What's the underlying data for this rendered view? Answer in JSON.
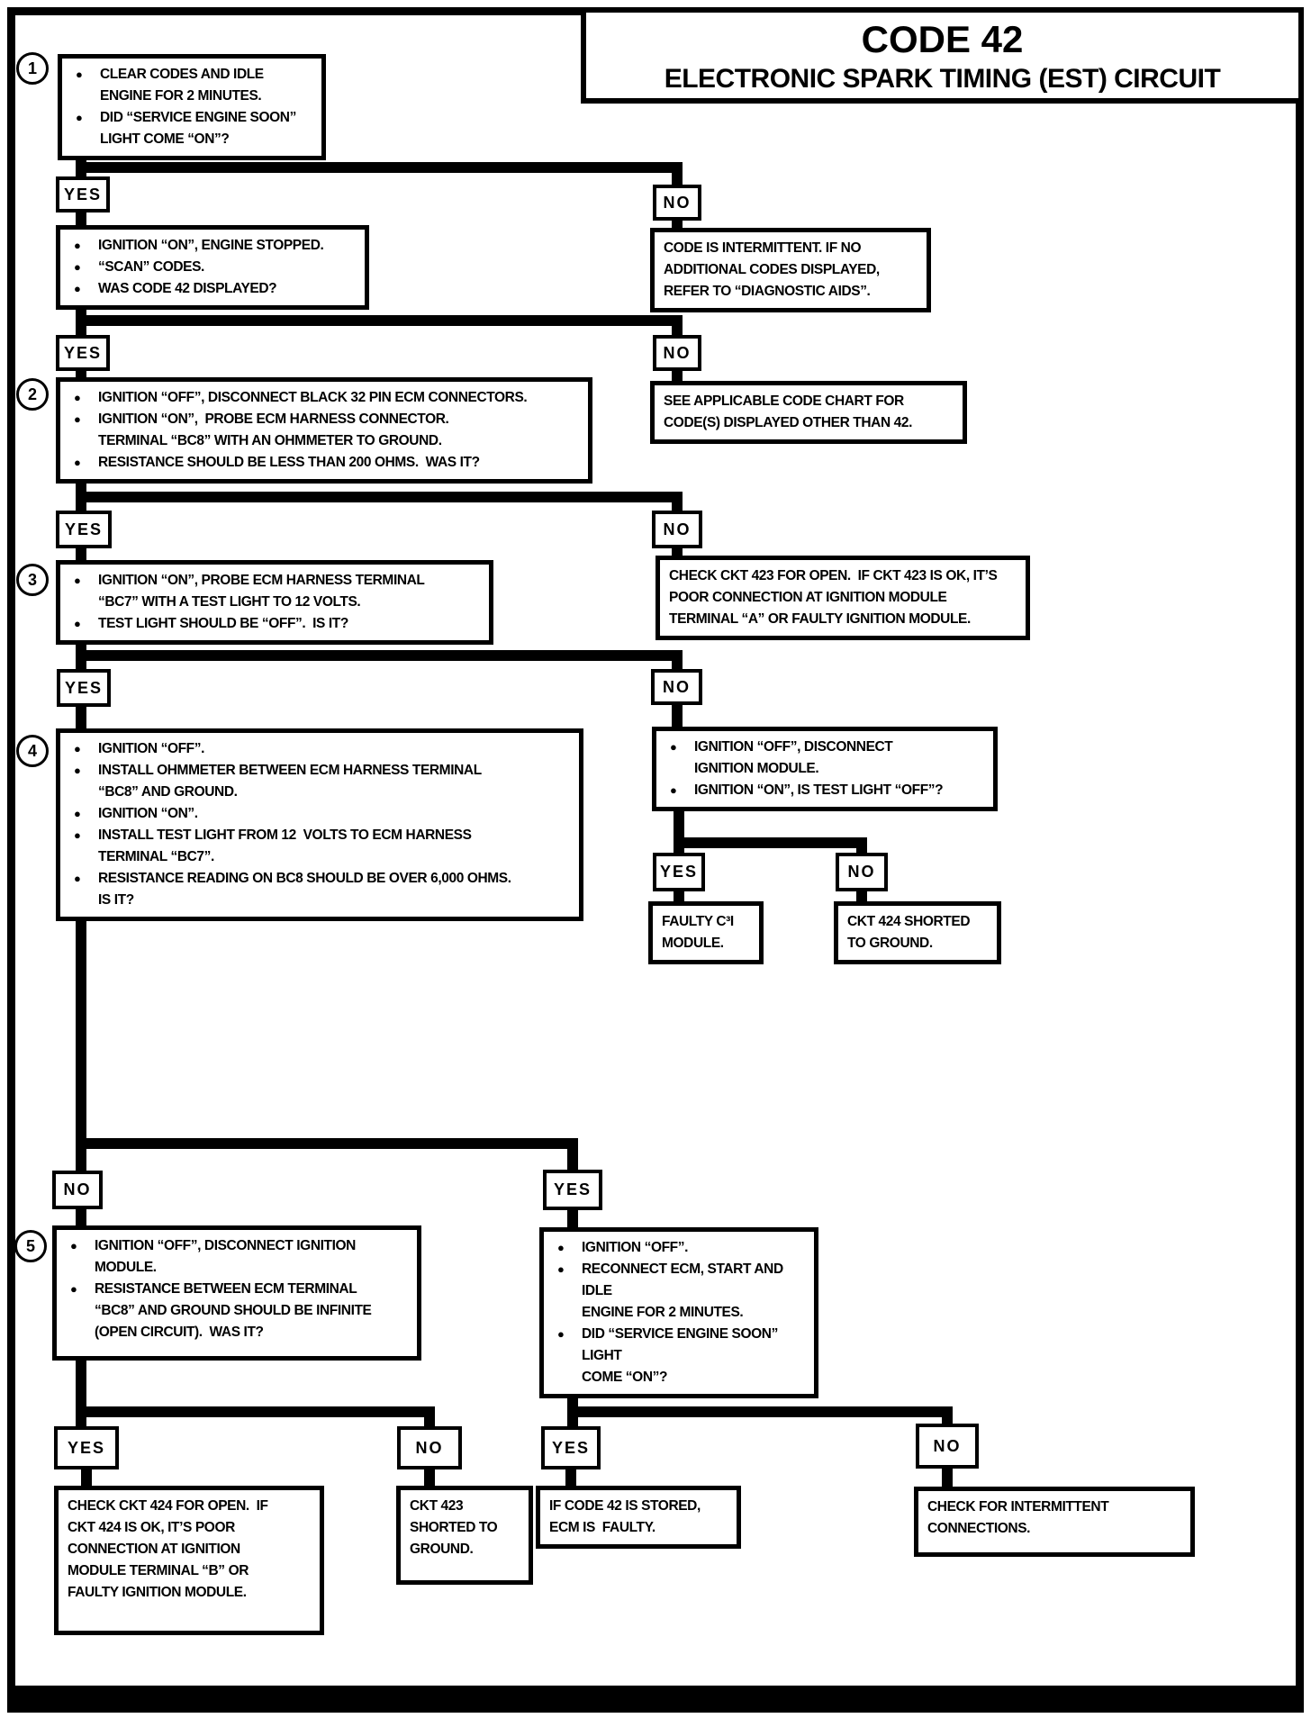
{
  "colors": {
    "ink": "#000000",
    "paper": "#ffffff"
  },
  "title": {
    "code": "CODE 42",
    "subtitle": "ELECTRONIC SPARK TIMING (EST) CIRCUIT"
  },
  "labels": {
    "yes": "YES",
    "no": "NO"
  },
  "steps": {
    "s1": {
      "number": "1",
      "bullets": [
        "CLEAR CODES AND IDLE\nENGINE FOR 2 MINUTES.",
        "DID “SERVICE ENGINE SOON”\nLIGHT COME “ON”?"
      ]
    },
    "s2": {
      "number": "2",
      "bullets": [
        "IGNITION “OFF”, DISCONNECT BLACK 32 PIN ECM CONNECTORS.",
        "IGNITION “ON”,  PROBE ECM HARNESS CONNECTOR.\nTERMINAL “BC8” WITH AN OHMMETER TO GROUND.",
        "RESISTANCE SHOULD BE LESS THAN 200 OHMS.  WAS IT?"
      ]
    },
    "s3": {
      "number": "3",
      "bullets": [
        "IGNITION “ON”, PROBE ECM HARNESS TERMINAL\n“BC7” WITH A TEST LIGHT TO 12 VOLTS.",
        "TEST LIGHT SHOULD BE “OFF”.  IS IT?"
      ]
    },
    "s4": {
      "number": "4",
      "bullets": [
        "IGNITION “OFF”.",
        "INSTALL OHMMETER BETWEEN ECM HARNESS TERMINAL\n“BC8” AND GROUND.",
        "IGNITION “ON”.",
        "INSTALL TEST LIGHT FROM 12  VOLTS TO ECM HARNESS\nTERMINAL “BC7”.",
        "RESISTANCE READING ON BC8 SHOULD BE OVER 6,000 OHMS.\nIS IT?"
      ]
    },
    "s5": {
      "number": "5",
      "bullets": [
        "IGNITION “OFF”, DISCONNECT IGNITION\nMODULE.",
        "RESISTANCE BETWEEN ECM TERMINAL\n“BC8” AND GROUND SHOULD BE INFINITE\n(OPEN CIRCUIT).  WAS IT?"
      ]
    }
  },
  "nodes": {
    "scan_codes": {
      "bullets": [
        "IGNITION “ON”, ENGINE STOPPED.",
        "“SCAN” CODES.",
        "WAS CODE 42 DISPLAYED?"
      ]
    },
    "intermittent": {
      "text": "CODE IS INTERMITTENT. IF NO\nADDITIONAL CODES DISPLAYED,\nREFER TO “DIAGNOSTIC AIDS”."
    },
    "see_code_chart": {
      "text": "SEE APPLICABLE CODE CHART FOR\nCODE(S) DISPLAYED OTHER THAN 42."
    },
    "check_ckt_423": {
      "text": "CHECK CKT 423 FOR OPEN.  IF CKT 423 IS OK, IT’S\nPOOR CONNECTION AT IGNITION MODULE\nTERMINAL “A” OR FAULTY IGNITION MODULE."
    },
    "disconnect_ignition_module": {
      "bullets": [
        "IGNITION “OFF”, DISCONNECT\nIGNITION MODULE.",
        "IGNITION “ON”, IS TEST LIGHT “OFF”?"
      ]
    },
    "faulty_c3i": {
      "text": "FAULTY C³I\nMODULE."
    },
    "ckt_424_shorted": {
      "text": "CKT 424 SHORTED\nTO GROUND."
    },
    "reconnect_ecm": {
      "bullets": [
        "IGNITION “OFF”.",
        "RECONNECT ECM, START AND IDLE\nENGINE FOR 2 MINUTES.",
        "DID “SERVICE ENGINE SOON” LIGHT\nCOME “ON”?"
      ]
    },
    "check_ckt_424": {
      "text": "CHECK CKT 424 FOR OPEN.  IF\nCKT 424 IS OK, IT’S POOR\nCONNECTION AT IGNITION\nMODULE TERMINAL “B” OR\nFAULTY IGNITION MODULE."
    },
    "ckt_423_shorted": {
      "text": "CKT 423\nSHORTED TO\nGROUND."
    },
    "ecm_faulty": {
      "text": "IF CODE 42 IS STORED,\nECM IS  FAULTY."
    },
    "intermittent_connections": {
      "text": "CHECK FOR INTERMITTENT\nCONNECTIONS."
    }
  }
}
